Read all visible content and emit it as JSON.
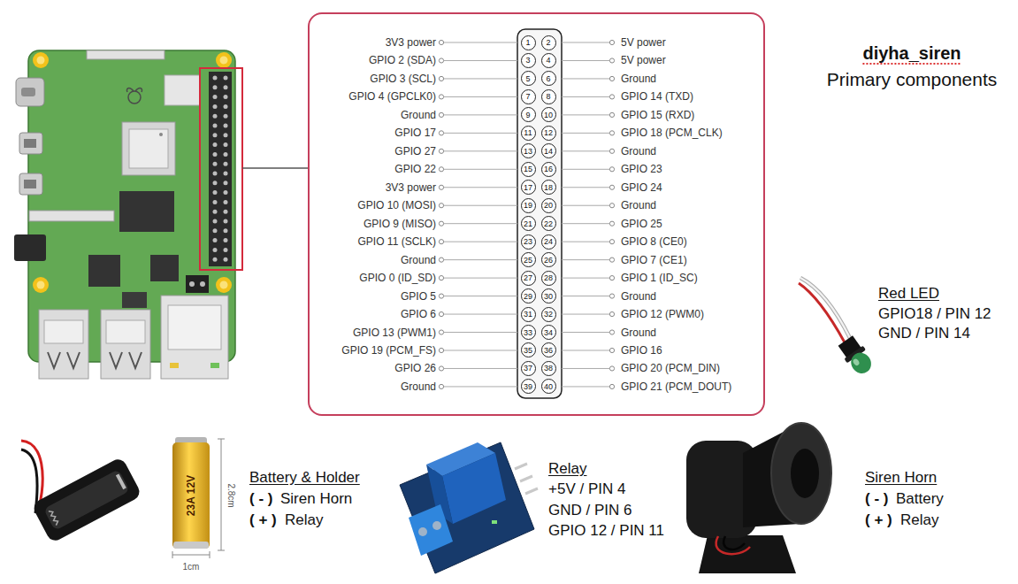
{
  "diagram": {
    "title": "diyha_siren",
    "nodes": [
      {
        "text": [
          "3V3 power",
          "5V power",
          "GPIO 2 (SDA)",
          "5V power",
          "GPIO 3 (SCL)",
          "Ground",
          "GPIO 4 (GPCLK0)",
          "GPIO 14 (TXD)",
          "Ground",
          "GPIO 15 (RXD)",
          "GPIO 17",
          "GPIO 18 (PCM_CLK)",
          "GPIO 27",
          "Ground",
          "GPIO 22",
          "GPIO 23",
          "3V3 power",
          "GPIO 24",
          "GPIO 10 (MOSI)",
          "Ground",
          "GPIO 9 (MISO)",
          "GPIO 25",
          "GPIO 11 (SCLK)",
          "GPIO 8 (CE0)",
          "Ground",
          "GPIO 7 (CE1)",
          "GPIO 0 (ID_SD)",
          "GPIO 1 (ID_SC)",
          "GPIO 5",
          "Ground",
          "GPIO 6",
          "GPIO 12 (PWM0)",
          "GPIO 13 (PWM1)",
          "Ground",
          "GPIO 19 (PCM_FS)",
          "GPIO 16",
          "GPIO 26",
          "GPIO 20 (PCM_DIN)",
          "Ground",
          "GPIO 21 (PCM_DOUT)"
        ]
      },
      {
        "text": [
          "1"
        ],
        "in": 0
      },
      {
        "text": [
          "2"
        ],
        "in": 0
      },
      {
        "text": [
          "3"
        ],
        "in": 0
      },
      {
        "text": [
          "4"
        ],
        "in": 0
      },
      {
        "text": [
          "5"
        ],
        "in": 0
      },
      {
        "text": [
          "6"
        ],
        "in": 0
      },
      {
        "text": [
          "7"
        ],
        "in": 0
      },
      {
        "text": [
          "8"
        ],
        "in": 0
      },
      {
        "text": [
          "9"
        ],
        "in": 0
      },
      {
        "text": [
          "10"
        ],
        "in": 0
      },
      {
        "text": [
          "11"
        ],
        "in": 0
      },
      {
        "text": [
          "12"
        ],
        "in": 0
      },
      {
        "text": [
          "13"
        ],
        "in": 0
      },
      {
        "text": [
          "14"
        ],
        "in": 0
      },
      {
        "text": [
          "15"
        ],
        "in": 0
      },
      {
        "text": [
          "16"
        ],
        "in": 0
      },
      {
        "text": [
          "17"
        ],
        "in": 0
      },
      {
        "text": [
          "18"
        ],
        "in": 0
      },
      {
        "text": [
          "19"
        ],
        "in": 0
      },
      {
        "text": [
          "20"
        ],
        "in": 0
      },
      {
        "text": [
          "21"
        ],
        "in": 0
      },
      {
        "text": [
          "22"
        ],
        "in": 0
      },
      {
        "text": [
          "23"
        ],
        "in": 0
      },
      {
        "text": [
          "24"
        ],
        "in": 0
      },
      {
        "text": [
          "25"
        ],
        "in": 0
      },
      {
        "text": [
          "26"
        ],
        "in": 0
      },
      {
        "text": [
          "27"
        ],
        "in": 0
      },
      {
        "text": [
          "28"
        ],
        "in": 0
      },
      {
        "text": [
          "29"
        ],
        "in": 0
      },
      {
        "text": [
          "30"
        ],
        "in": 0
      },
      {
        "text": [
          "31"
        ],
        "in": 0
      },
      {
        "text": [
          "32"
        ],
        "in": 0
      },
      {
        "text": [
          "33"
        ],
        "in": 0
      },
      {
        "text": [
          "34"
        ],
        "in": 0
      },
      {
        "text": [
          "35"
        ],
        "in": 0
      },
      {
        "text": [
          "36"
        ],
        "in": 0
      },
      {
        "text": [
          "37"
        ],
        "in": 0
      },
      {
        "text": [
          "38"
        ],
        "in": 0
      },
      {
        "text": [
          "39"
        ],
        "in": 0
      },
      {
        "text": [
          "40"
        ],
        "in": 0
      }
    ],
    "labels": [
      "Primary components",
      "Red LED",
      "GPIO18 / PIN 12",
      "GND / PIN 14",
      "Battery & Holder",
      "( - )",
      "Siren Horn",
      "( + )",
      "Relay",
      "23A 12V",
      "2.8cm",
      "1cm",
      "Relay",
      "+5V / PIN 4",
      "GND / PIN 6",
      "GPIO 12 / PIN 11",
      "Siren Horn",
      "( - )",
      "Battery",
      "( + )",
      "Relay"
    ]
  }
}
